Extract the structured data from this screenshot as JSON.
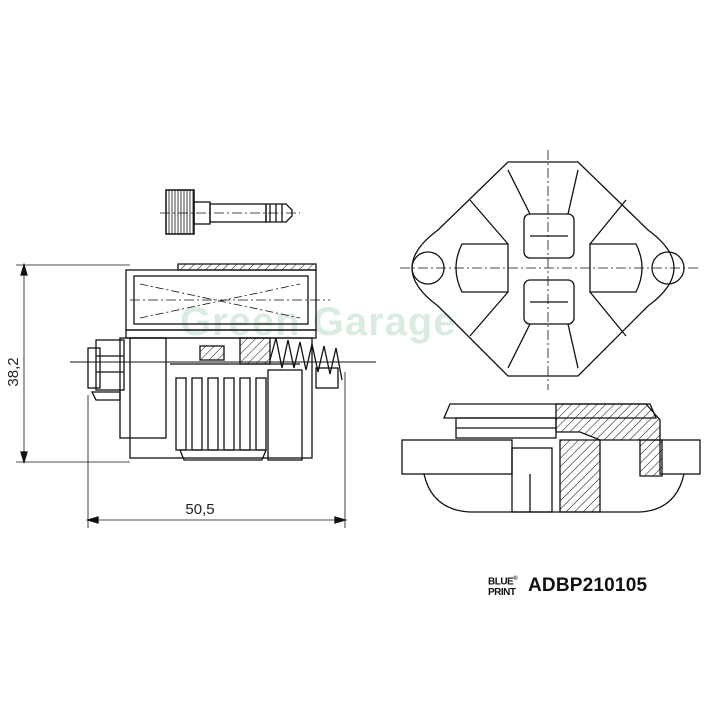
{
  "dimensions": {
    "height_label": "38,2",
    "width_label": "50,5"
  },
  "brand": {
    "logo_line1": "BLUE",
    "logo_mark": "®",
    "logo_line2": "PRINT",
    "part_number": "ADBP210105"
  },
  "watermark": "Green Garage",
  "colors": {
    "line": "#111111",
    "watermark": "#9cc8ad"
  }
}
